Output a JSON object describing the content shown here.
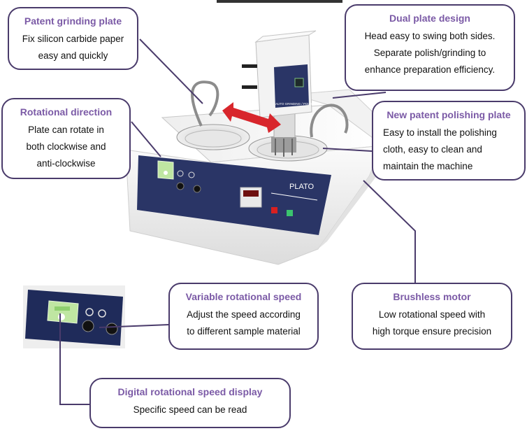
{
  "callouts": {
    "patent_grinding": {
      "title": "Patent grinding plate",
      "text": "Fix silicon carbide paper\neasy and quickly"
    },
    "dual_plate": {
      "title": "Dual plate design",
      "text": "Head easy to swing both sides.\nSeparate polish/grinding to\nenhance preparation efficiency."
    },
    "rotational_direction": {
      "title": "Rotational direction",
      "text": "Plate can rotate in\nboth clockwise and\nanti-clockwise"
    },
    "polishing_plate": {
      "title": "New patent polishing plate",
      "text": "Easy to install the polishing\ncloth, easy to clean and\nmaintain the machine"
    },
    "variable_speed": {
      "title": "Variable rotational speed",
      "text": "Adjust the speed according\nto different sample material"
    },
    "brushless_motor": {
      "title": "Brushless motor",
      "text": "Low rotational speed with\nhigh torque ensure precision"
    },
    "digital_display": {
      "title": "Digital rotational speed display",
      "text": "Specific speed can be read"
    }
  },
  "machine": {
    "brand_label": "PLATO",
    "head_label": "AUTO GRINDING / POLISHING"
  },
  "colors": {
    "border": "#4a3b6b",
    "title": "#7b5aa6",
    "panel": "#2a3566",
    "arrow": "#d8262c",
    "display_green": "#bfe6a2"
  }
}
